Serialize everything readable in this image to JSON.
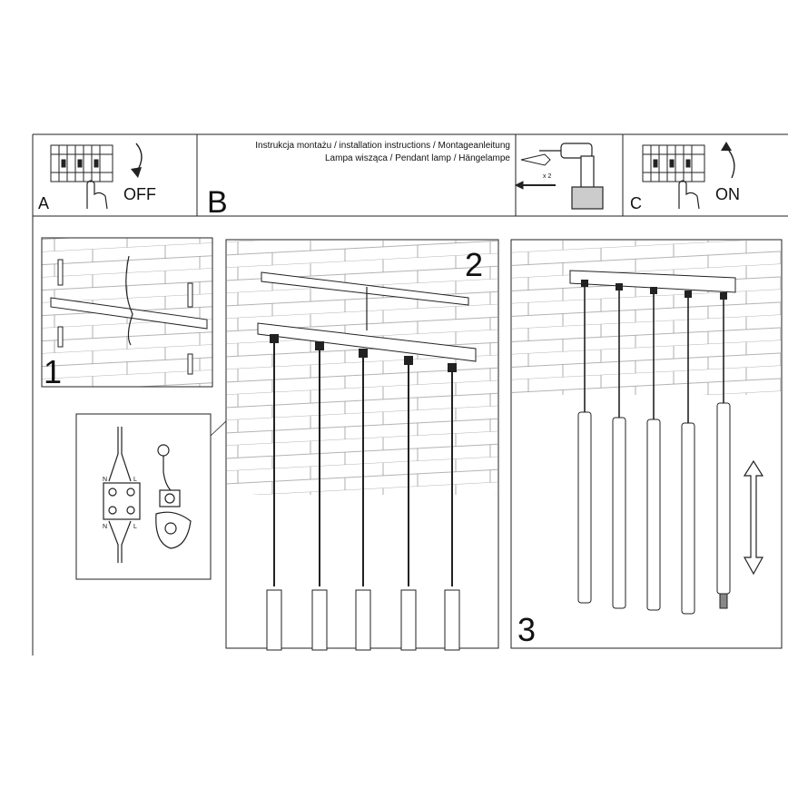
{
  "header": {
    "line1": "Instrukcja montażu / installation instructions / Montageanleitung",
    "line2": "Lampa wisząca / Pendant lamp / Hängelampe"
  },
  "steps": {
    "a_label": "A",
    "a_state": "OFF",
    "b_label": "B",
    "c_label": "C",
    "c_state": "ON",
    "step1": "1",
    "step2": "2",
    "step3": "3"
  },
  "tools": {
    "screw_count": "x 2"
  },
  "wiring": {
    "n_top": "N",
    "l_top": "L",
    "n_bottom": "N",
    "l_bottom": "L"
  }
}
